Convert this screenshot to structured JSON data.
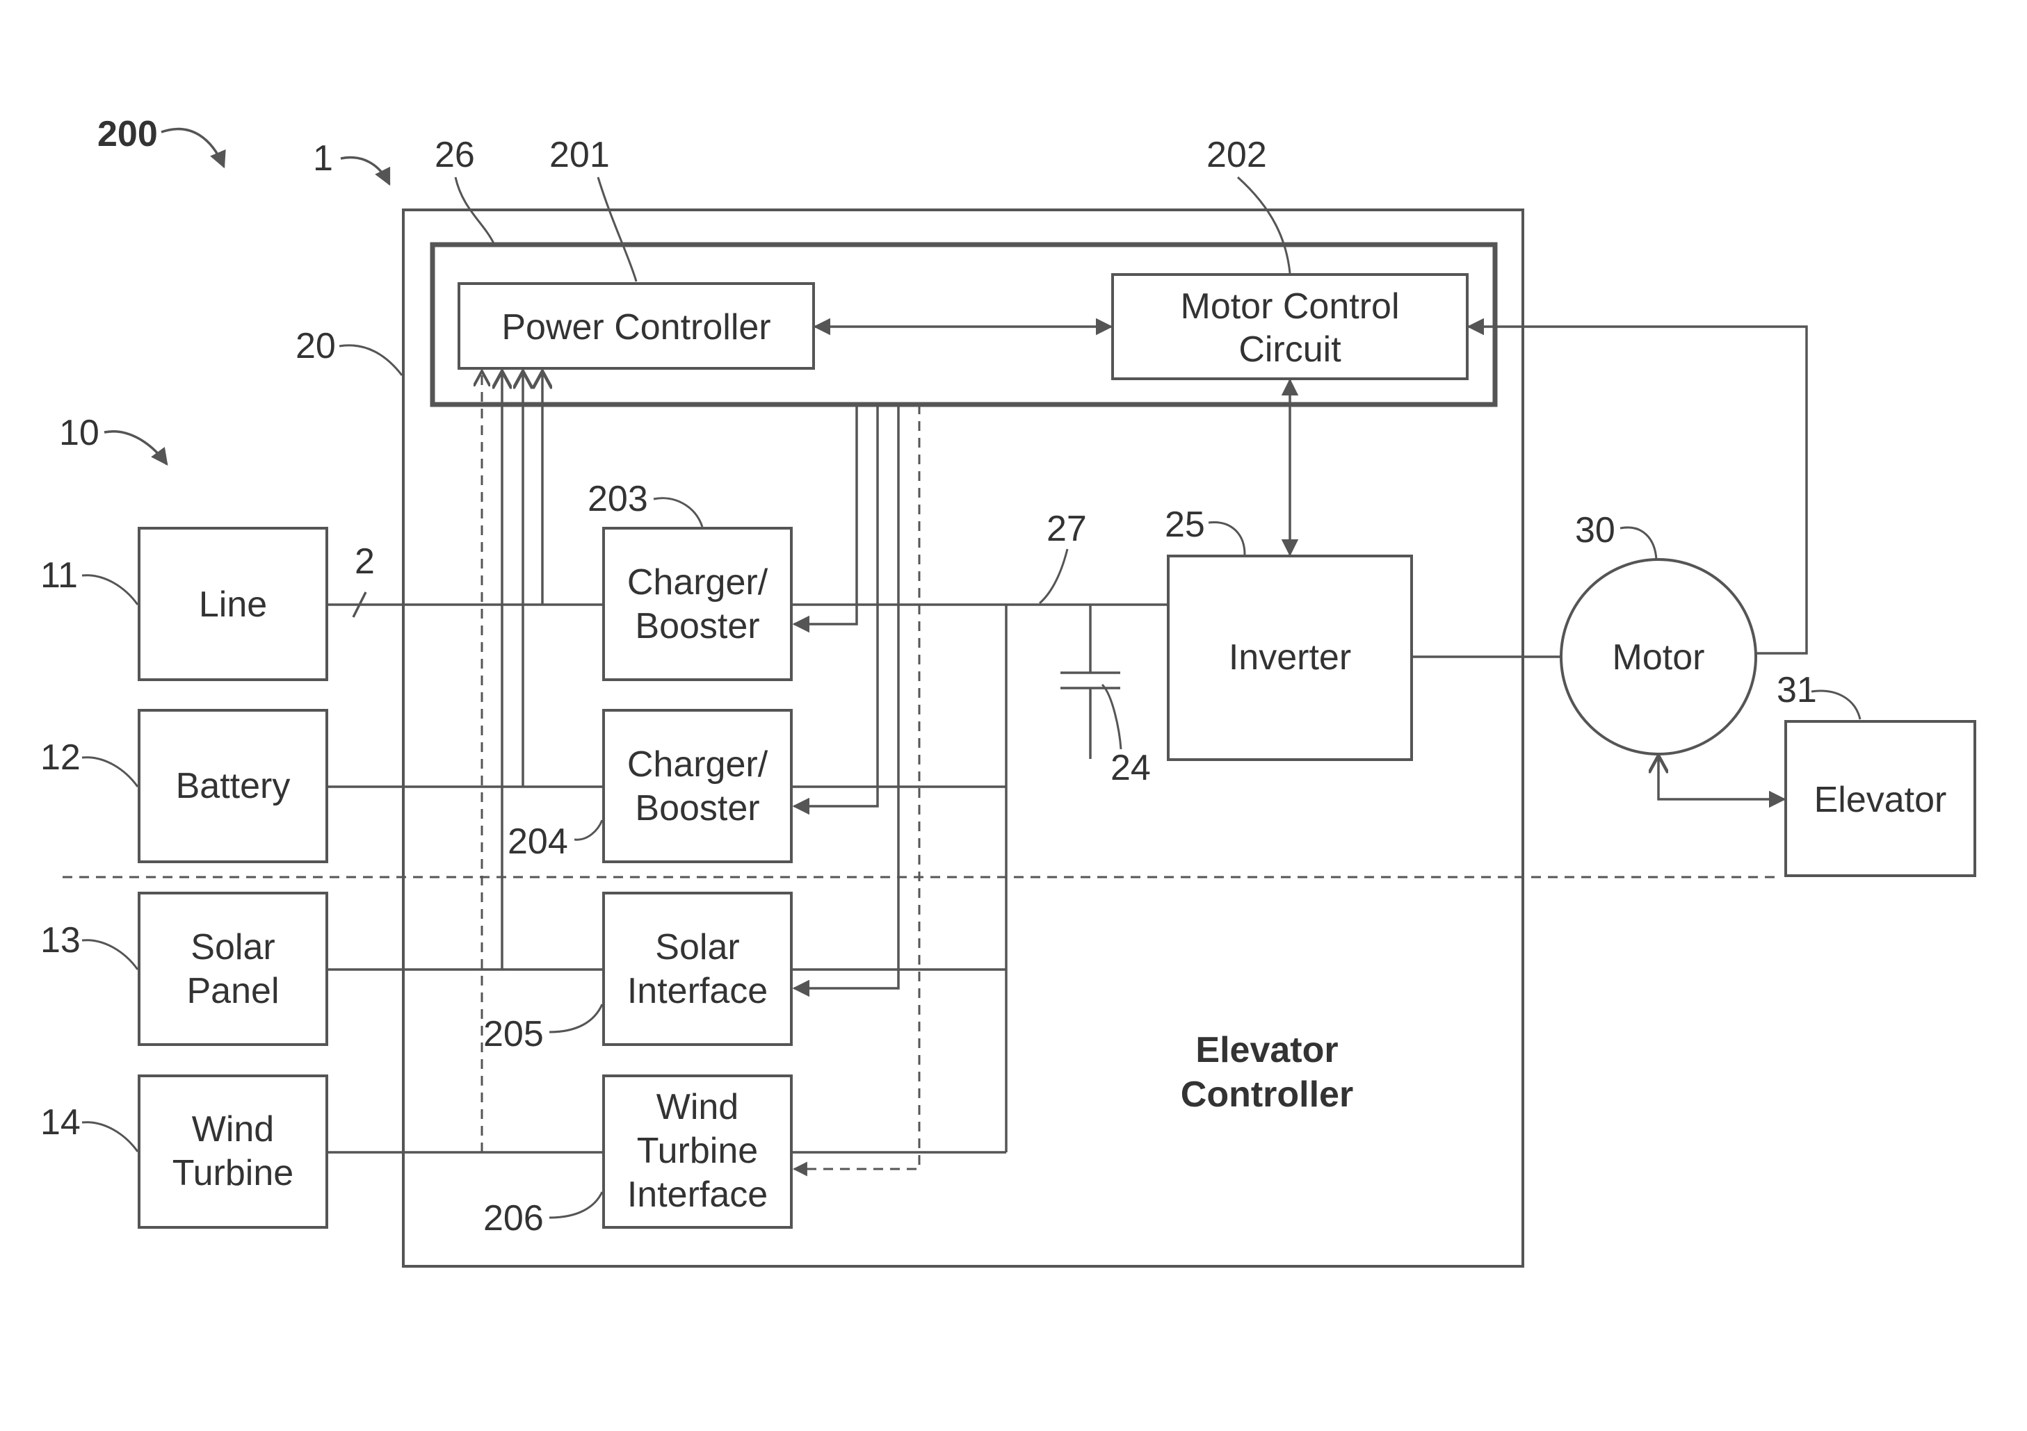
{
  "figure": {
    "ref_200": "200",
    "ref_1": "1",
    "ref_10": "10",
    "ref_20": "20",
    "ref_26": "26",
    "ref_201": "201",
    "ref_202": "202",
    "ref_203": "203",
    "ref_204": "204",
    "ref_205": "205",
    "ref_206": "206",
    "ref_2": "2",
    "ref_27": "27",
    "ref_24": "24",
    "ref_25": "25",
    "ref_30": "30",
    "ref_31": "31",
    "ref_11": "11",
    "ref_12": "12",
    "ref_13": "13",
    "ref_14": "14"
  },
  "blocks": {
    "power_controller": "Power Controller",
    "motor_control_line1": "Motor Control",
    "motor_control_line2": "Circuit",
    "charger1_line1": "Charger/",
    "charger1_line2": "Booster",
    "charger2_line1": "Charger/",
    "charger2_line2": "Booster",
    "solar_interface_line1": "Solar",
    "solar_interface_line2": "Interface",
    "wind_interface_line1": "Wind",
    "wind_interface_line2": "Turbine",
    "wind_interface_line3": "Interface",
    "inverter": "Inverter",
    "motor": "Motor",
    "elevator": "Elevator",
    "elevator_controller_line1": "Elevator",
    "elevator_controller_line2": "Controller"
  },
  "sources": {
    "line": "Line",
    "battery": "Battery",
    "solar_line1": "Solar",
    "solar_line2": "Panel",
    "wind_line1": "Wind",
    "wind_line2": "Turbine"
  }
}
